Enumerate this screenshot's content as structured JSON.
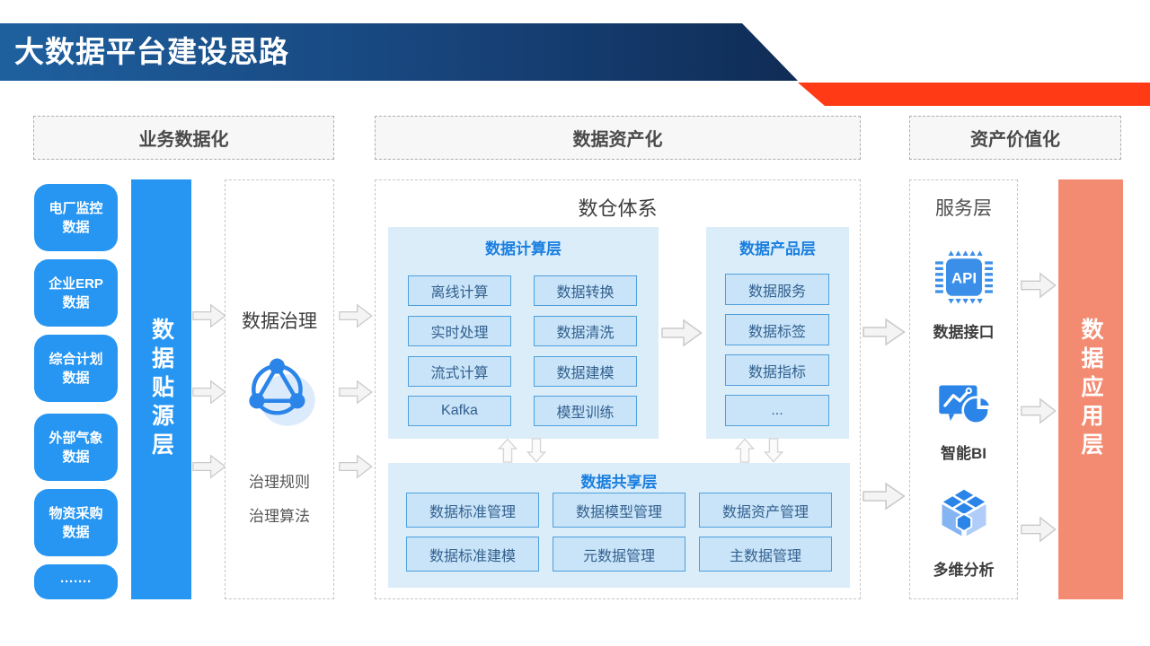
{
  "header": {
    "title": "大数据平台建设思路"
  },
  "section_headers": {
    "business": "业务数据化",
    "asset": "数据资产化",
    "value": "资产价值化"
  },
  "colors": {
    "accent_blue": "#2696F2",
    "banner_navy_start": "#1E609F",
    "banner_navy_end": "#0F2C55",
    "banner_red": "#FF3A14",
    "application_salmon": "#F38B72",
    "panel_bg": "#DCEDFA",
    "item_bg": "#C9E4F8",
    "item_border": "#4E9FDC",
    "layer_title_blue": "#1A7FE0"
  },
  "sources": {
    "items": [
      "电厂监控\n数据",
      "企业ERP\n数据",
      "综合计划\n数据",
      "外部气象\n数据",
      "物资采购\n数据",
      "·······"
    ]
  },
  "source_layer": {
    "label": "数据贴源层"
  },
  "governance": {
    "title": "数据治理",
    "lines": [
      "治理规则",
      "治理算法"
    ]
  },
  "warehouse": {
    "title": "数仓体系",
    "compute": {
      "title": "数据计算层",
      "items": [
        "离线计算",
        "数据转换",
        "实时处理",
        "数据清洗",
        "流式计算",
        "数据建模",
        "Kafka",
        "模型训练"
      ]
    },
    "product": {
      "title": "数据产品层",
      "items": [
        "数据服务",
        "数据标签",
        "数据指标",
        "..."
      ]
    },
    "share": {
      "title": "数据共享层",
      "items": [
        "数据标准管理",
        "数据模型管理",
        "数据资产管理",
        "数据标准建模",
        "元数据管理",
        "主数据管理"
      ]
    }
  },
  "service": {
    "title": "服务层",
    "api_label": "API",
    "items": [
      {
        "icon": "api-chip-icon",
        "label": "数据接口"
      },
      {
        "icon": "bi-chart-icon",
        "label": "智能BI"
      },
      {
        "icon": "cube-3d-icon",
        "label": "多维分析"
      }
    ]
  },
  "application_layer": {
    "label": "数据应用层"
  }
}
